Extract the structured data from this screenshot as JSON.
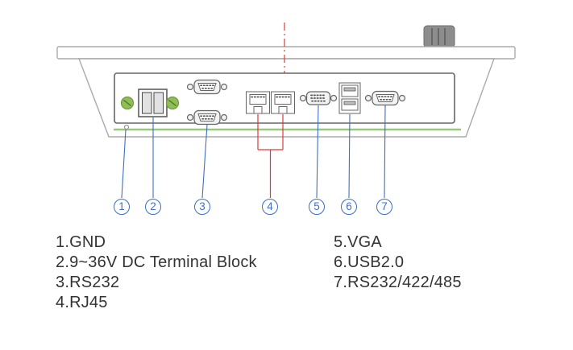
{
  "colors": {
    "callout-blue": "#3e6fc4",
    "line-red": "#e03a36",
    "device-gray": "#aaaaaa",
    "panel-gray": "#666666",
    "accent-green": "#97c87c",
    "screw-green": "#8fbe56",
    "text-color": "#333333"
  },
  "callouts": [
    "1",
    "2",
    "3",
    "4",
    "5",
    "6",
    "7"
  ],
  "legend": {
    "left": [
      "1.GND",
      "2.9~36V DC Terminal Block",
      "3.RS232",
      "4.RJ45"
    ],
    "right": [
      "5.VGA",
      "6.USB2.0",
      "7.RS232/422/485"
    ]
  }
}
